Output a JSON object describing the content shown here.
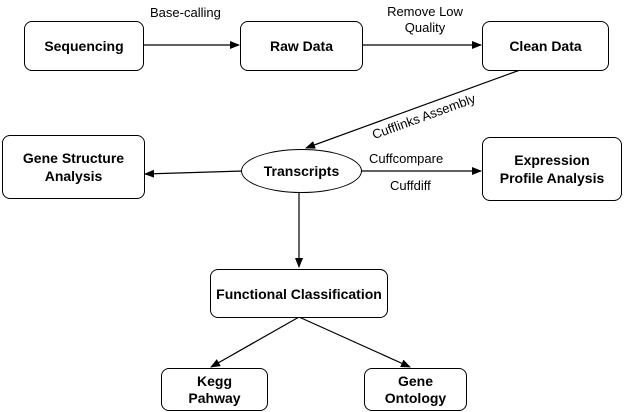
{
  "nodes": {
    "sequencing": "Sequencing",
    "raw_data": "Raw Data",
    "clean_data": "Clean Data",
    "transcripts": "Transcripts",
    "gene_structure_1": "Gene Structure",
    "gene_structure_2": "Analysis",
    "expression_1": "Expression",
    "expression_2": "Profile Analysis",
    "functional": "Functional Classification",
    "kegg_1": "Kegg",
    "kegg_2": "Pahway",
    "go_1": "Gene",
    "go_2": "Ontology"
  },
  "edge_labels": {
    "base_calling": "Base-calling",
    "remove_low_1": "Remove Low",
    "remove_low_2": "Quality",
    "cufflinks": "Cufflinks Assembly",
    "cuffcompare": "Cuffcompare",
    "cuffdiff": "Cuffdiff"
  }
}
